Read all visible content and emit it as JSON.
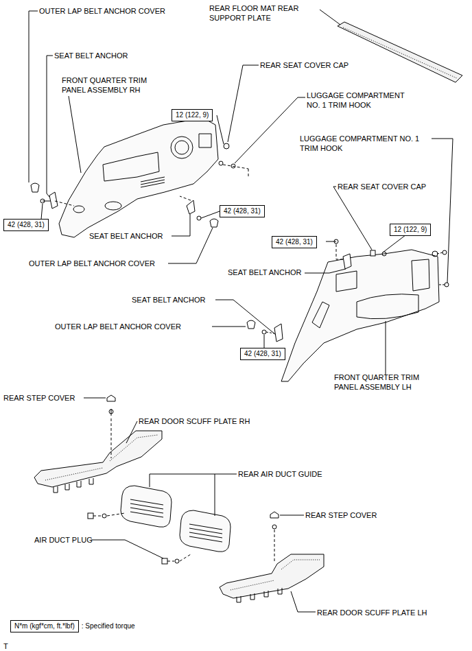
{
  "diagram": {
    "nodes": [
      {
        "text": [
          "12 (122, 9)"
        ]
      },
      {
        "text": [
          "42 (428, 31)"
        ]
      },
      {
        "text": [
          "42 (428, 31)"
        ]
      },
      {
        "text": [
          "12 (122, 9)"
        ]
      },
      {
        "text": [
          "42 (428, 31)"
        ]
      },
      {
        "text": [
          "42 (428, 31)"
        ]
      },
      {
        "text": [
          "N*m (kgf*cm, ft.*lbf)",
          ": Specified torque"
        ]
      }
    ],
    "labels": [
      "OUTER LAP BELT ANCHOR COVER",
      "REAR FLOOR MAT REAR SUPPORT PLATE",
      "SEAT BELT ANCHOR",
      "FRONT QUARTER TRIM PANEL ASSEMBLY RH",
      "REAR SEAT COVER CAP",
      "LUGGAGE COMPARTMENT NO. 1 TRIM HOOK",
      "LUGGAGE COMPARTMENT NO. 1 TRIM HOOK",
      "REAR SEAT COVER CAP",
      "SEAT BELT ANCHOR",
      "OUTER LAP BELT ANCHOR COVER",
      "SEAT BELT ANCHOR",
      "SEAT BELT ANCHOR",
      "OUTER LAP BELT ANCHOR COVER",
      "FRONT QUARTER TRIM PANEL ASSEMBLY LH",
      "REAR STEP COVER",
      "REAR DOOR SCUFF PLATE RH",
      "REAR AIR DUCT GUIDE",
      "REAR STEP COVER",
      "AIR DUCT PLUG",
      "REAR DOOR SCUFF PLATE LH",
      "T"
    ]
  }
}
